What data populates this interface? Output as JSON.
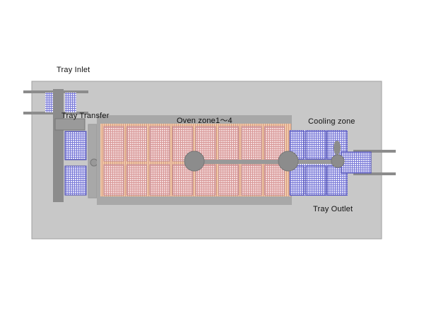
{
  "labels": {
    "tray_inlet": "Tray Inlet",
    "tray_transfer": "Tray Transfer",
    "oven_zone": "Oven zone1～4",
    "cooling_zone": "Cooling zone",
    "tray_outlet": "Tray Outlet"
  },
  "colors": {
    "base_plate": "#c8c8c8",
    "oven_frame": "#a8a8a8",
    "oven_heat": "#e8b494",
    "oven_tray": "#e4a8a8",
    "blue_tray": "#b8b8f0",
    "blue_tray_border": "#4848b0",
    "machinery": "#8c8c8c"
  }
}
